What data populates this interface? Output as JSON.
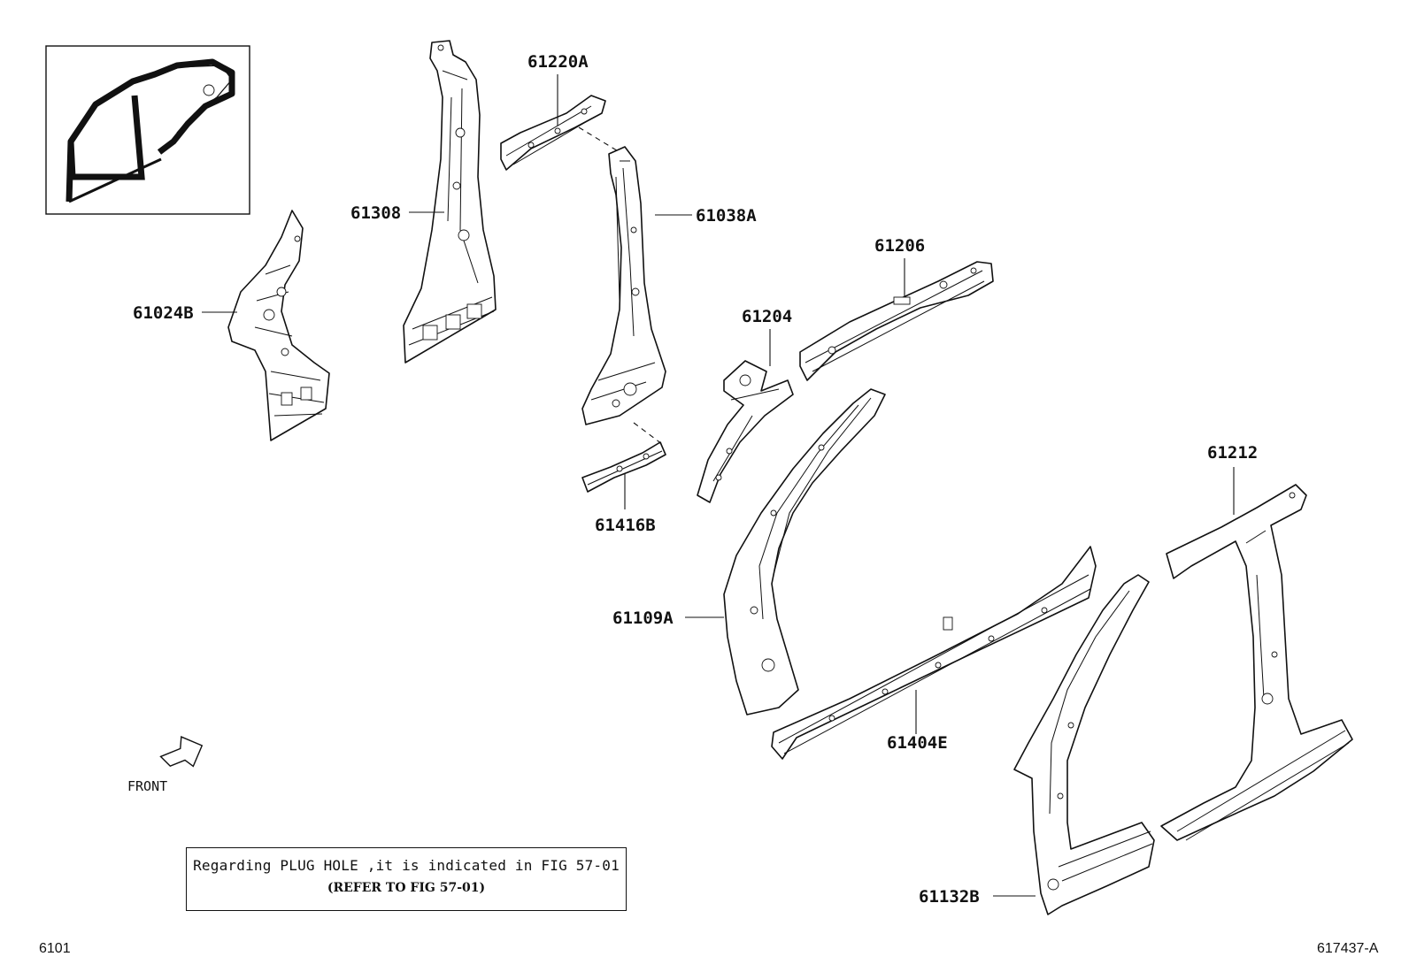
{
  "parts": [
    {
      "id": "p61024B",
      "label": "61024B"
    },
    {
      "id": "p61308",
      "label": "61308"
    },
    {
      "id": "p61220A",
      "label": "61220A"
    },
    {
      "id": "p61038A",
      "label": "61038A"
    },
    {
      "id": "p61206",
      "label": "61206"
    },
    {
      "id": "p61204",
      "label": "61204"
    },
    {
      "id": "p61416B",
      "label": "61416B"
    },
    {
      "id": "p61109A",
      "label": "61109A"
    },
    {
      "id": "p61404E",
      "label": "61404E"
    },
    {
      "id": "p61212",
      "label": "61212"
    },
    {
      "id": "p61132B",
      "label": "61132B"
    }
  ],
  "front_label": "FRONT",
  "note": {
    "line1": "Regarding PLUG HOLE ,it is indicated in FIG 57-01",
    "line2": "(REFER TO FIG 57-01)"
  },
  "figure_code": "6101",
  "illustration_code": "617437-A"
}
